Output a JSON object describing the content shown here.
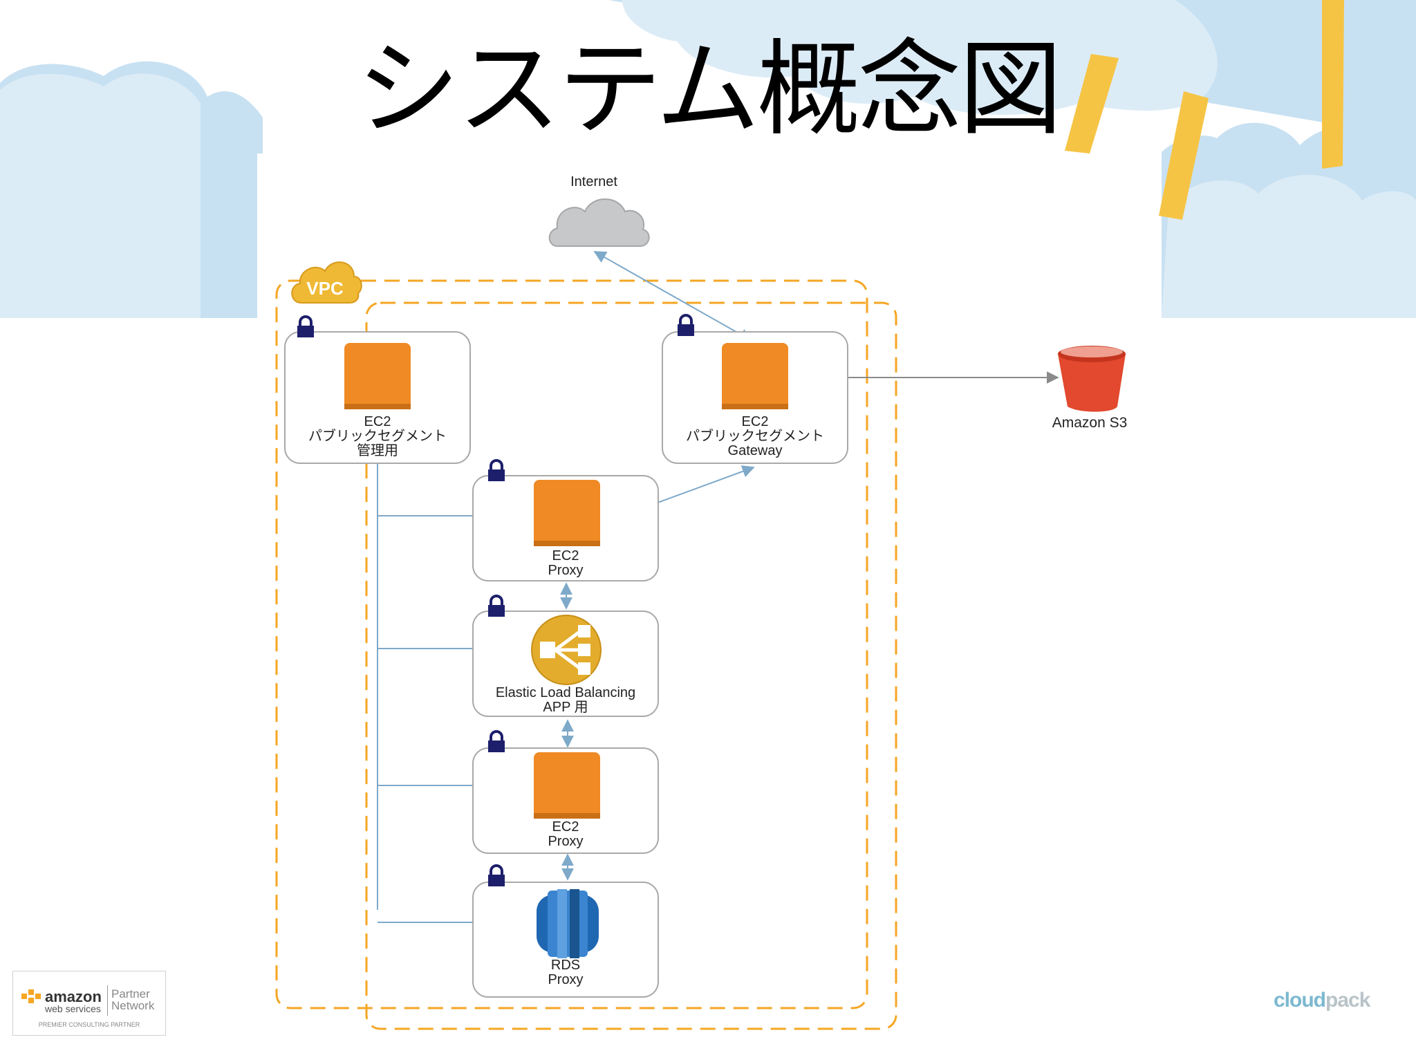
{
  "title": "システム概念図",
  "colors": {
    "vpc_border": "#f5a623",
    "ec2": "#f08a24",
    "s3": "#e2492e",
    "elb": "#e3ac2c",
    "rds": "#2067b1",
    "line": "#7ea9c9",
    "lock": "#1d1f6b"
  },
  "icons": [
    "internet-cloud-icon",
    "vpc-cloud-icon",
    "lock-icon",
    "ec2-instance-icon",
    "s3-bucket-icon",
    "elb-icon",
    "rds-icon"
  ],
  "diagram": {
    "internet": "Internet",
    "vpc": "VPC",
    "s3": "Amazon S3",
    "mgmt": {
      "l1": "EC2",
      "l2": "パブリックセグメント",
      "l3": "管理用"
    },
    "gateway": {
      "l1": "EC2",
      "l2": "パブリックセグメント",
      "l3": "Gateway"
    },
    "proxy1": {
      "l1": "EC2",
      "l2": "Proxy"
    },
    "elb": {
      "l1": "Elastic Load Balancing",
      "l2": "APP 用"
    },
    "proxy2": {
      "l1": "EC2",
      "l2": "Proxy"
    },
    "rds": {
      "l1": "RDS",
      "l2": "Proxy"
    }
  },
  "footer": {
    "partner_amazon": "amazon",
    "partner_webservices": "web services",
    "partner_partner": "Partner",
    "partner_network": "Network",
    "partner_level": "PREMIER CONSULTING PARTNER",
    "cloudpack_1": "cloud",
    "cloudpack_2": "pack"
  }
}
